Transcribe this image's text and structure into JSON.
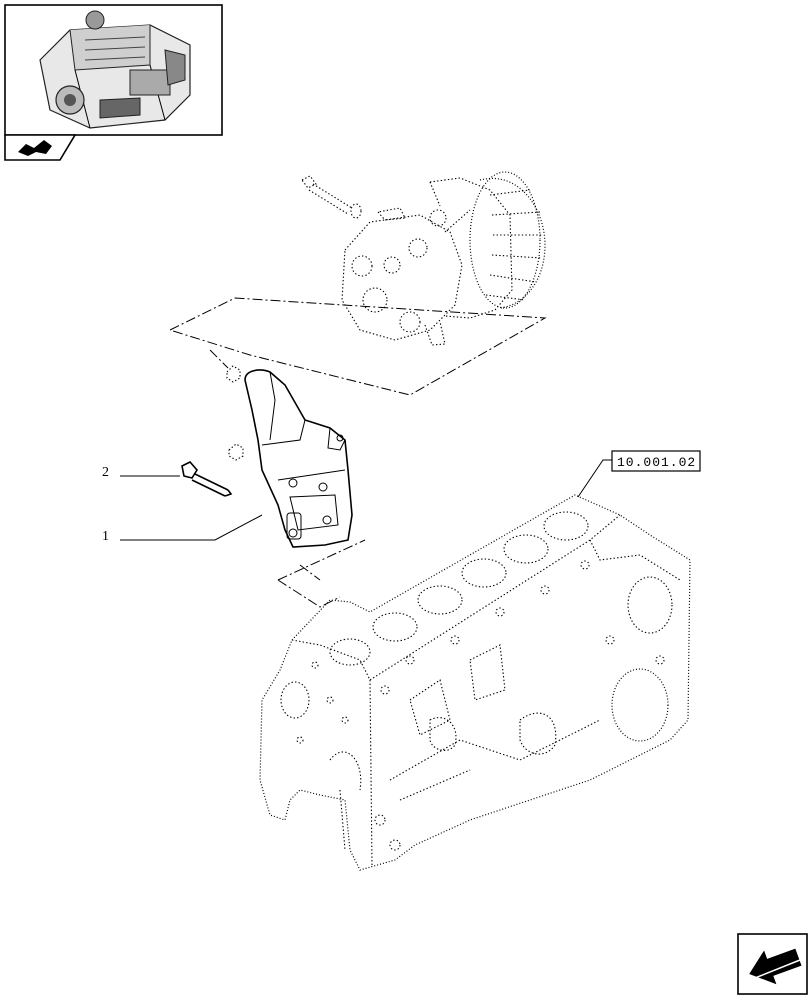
{
  "thumbnail": {
    "icon": "engine-icon"
  },
  "nav": {
    "back_icon": "parts-group-icon",
    "next_icon": "next-page-arrow-icon"
  },
  "reference": {
    "label": "10.001.02"
  },
  "callouts": [
    {
      "number": "1",
      "part": "bracket"
    },
    {
      "number": "2",
      "part": "bolt"
    }
  ]
}
